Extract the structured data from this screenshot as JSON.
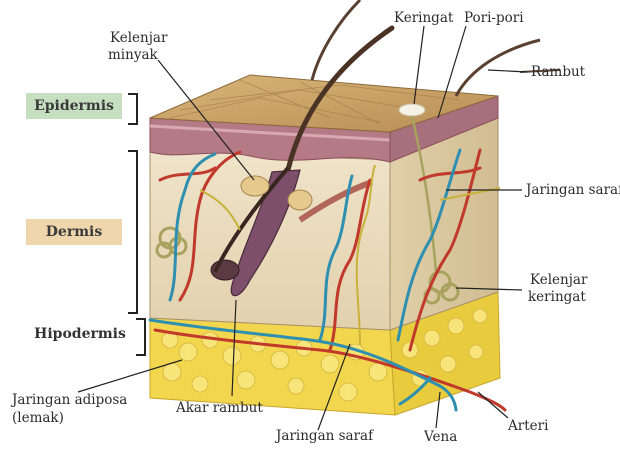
{
  "layers": {
    "epidermis": "Epidermis",
    "dermis": "Dermis",
    "hipodermis": "Hipodermis"
  },
  "labels": {
    "kelenjar_minyak_1": "Kelenjar",
    "kelenjar_minyak_2": "minyak",
    "keringat": "Keringat",
    "pori_pori": "Pori-pori",
    "rambut": "Rambut",
    "jaringan_saraf_right": "Jaringan saraf",
    "kelenjar_keringat_1": "Kelenjar",
    "kelenjar_keringat_2": "keringat",
    "jaringan_adiposa_1": "Jaringan adiposa",
    "jaringan_adiposa_2": "(lemak)",
    "akar_rambut": "Akar rambut",
    "jaringan_saraf_bottom": "Jaringan saraf",
    "vena": "Vena",
    "arteri": "Arteri"
  },
  "colors": {
    "epidermis_box": "#c5dfc0",
    "dermis_box": "#efd6ac",
    "skin_top": "#c9a46a",
    "epidermis_band": "#b47a85",
    "dermis_fill": "#e9dcc1",
    "fat": "#f2d74e",
    "artery": "#c0392b",
    "vein": "#2e8fb0",
    "nerve": "#c9b23a"
  }
}
